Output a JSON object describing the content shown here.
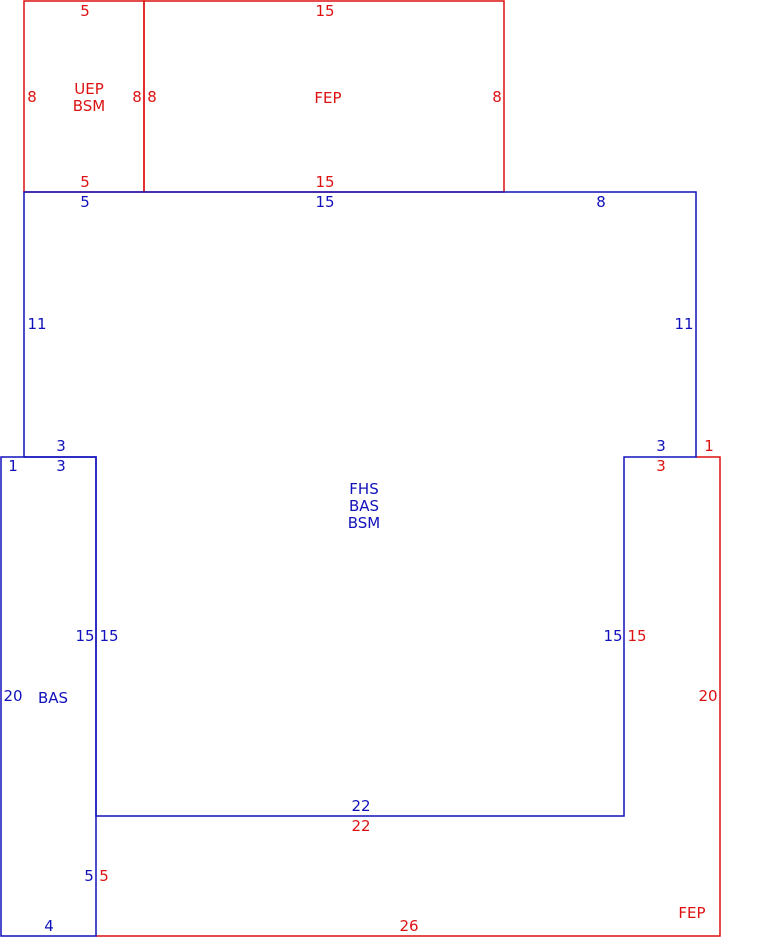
{
  "colors": {
    "red": "#dd1111",
    "blue": "#1111bb"
  },
  "areas": {
    "uep_bsm": {
      "line1": "UEP",
      "line2": "BSM"
    },
    "fep_top": {
      "label": "FEP"
    },
    "main": {
      "line1": "FHS",
      "line2": "BAS",
      "line3": "BSM"
    },
    "bas_left": {
      "label": "BAS"
    },
    "fep_bottom": {
      "label": "FEP"
    }
  },
  "dimensions": {
    "uep_top": "5",
    "uep_bottom": "5",
    "uep_left": "8",
    "uep_right": "8",
    "fep_top_top": "15",
    "fep_top_left": "8",
    "fep_top_right": "8",
    "fep_top_bottom": "15",
    "main_top_a": "5",
    "main_top_b": "15",
    "main_top_c": "8",
    "main_left": "11",
    "main_right": "11",
    "main_step_left": "3",
    "main_step_right": "3",
    "main_inner_left": "15",
    "main_inner_right": "15",
    "main_bottom": "22",
    "bas_top_left": "1",
    "bas_top": "3",
    "bas_left": "20",
    "bas_right_upper": "15",
    "bas_right_lower": "5",
    "bas_bottom": "4",
    "fep_b_top_right": "1",
    "fep_b_top": "3",
    "fep_b_left_upper": "15",
    "fep_b_right": "20",
    "fep_b_inner_top": "22",
    "fep_b_left_lower": "5",
    "fep_b_bottom": "26"
  }
}
